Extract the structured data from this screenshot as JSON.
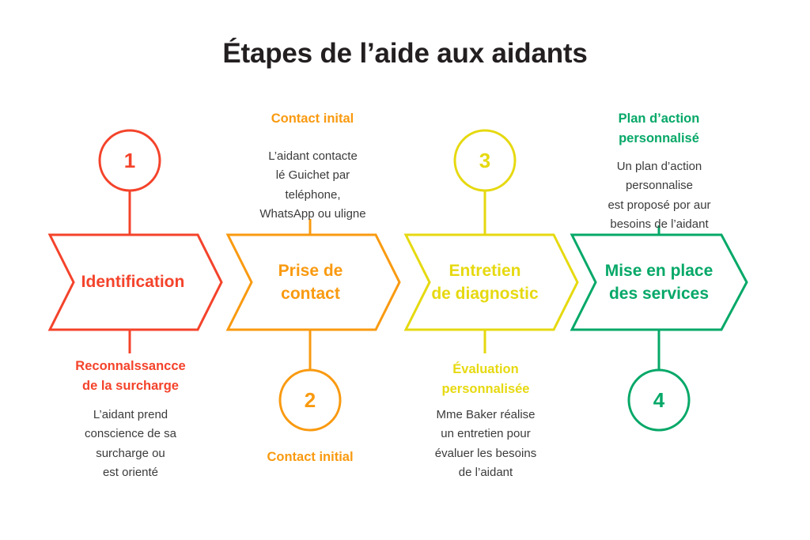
{
  "title": "Étapes de l’aide aux aidants",
  "colors": {
    "red": "#F4432B",
    "orange": "#F99A10",
    "yellow": "#E6D910",
    "green": "#06A868",
    "title": "#231f20",
    "body": "#3b3b3b",
    "background": "#ffffff"
  },
  "steps": [
    {
      "number": "1",
      "color": "#F4432B",
      "chevron_label": "Identification",
      "circle_position": "above",
      "text_position": "below",
      "heading": "Reconnalssancce\nde la surcharge",
      "body": "L’aidant prend\nconscience de sa\nsurcharge ou\nest orienté"
    },
    {
      "number": "2",
      "color": "#F99A10",
      "chevron_label": "Prise de\ncontact",
      "circle_position": "below",
      "text_position": "above",
      "heading": "Contact inital",
      "body": "L’aidant contacte\nlé Guichet par\nteléphone,\nWhatsApp ou uligne",
      "circle_caption": "Contact initial"
    },
    {
      "number": "3",
      "color": "#E6D910",
      "chevron_label": "Entretien\nde diagnostic",
      "circle_position": "above",
      "text_position": "below",
      "heading": "Évaluation\npersonnalisée",
      "body": "Mme Baker réalise\nun entretien pour\névaluer les besoins\nde l’aidant"
    },
    {
      "number": "4",
      "color": "#06A868",
      "chevron_label": "Mise en place\ndes services",
      "circle_position": "below",
      "text_position": "above",
      "heading": "Plan d’action\npersonnalisé",
      "body": "Un plan d’action\npersonnalise\nest proposé por aur\nbesoins de l’aidant"
    }
  ]
}
